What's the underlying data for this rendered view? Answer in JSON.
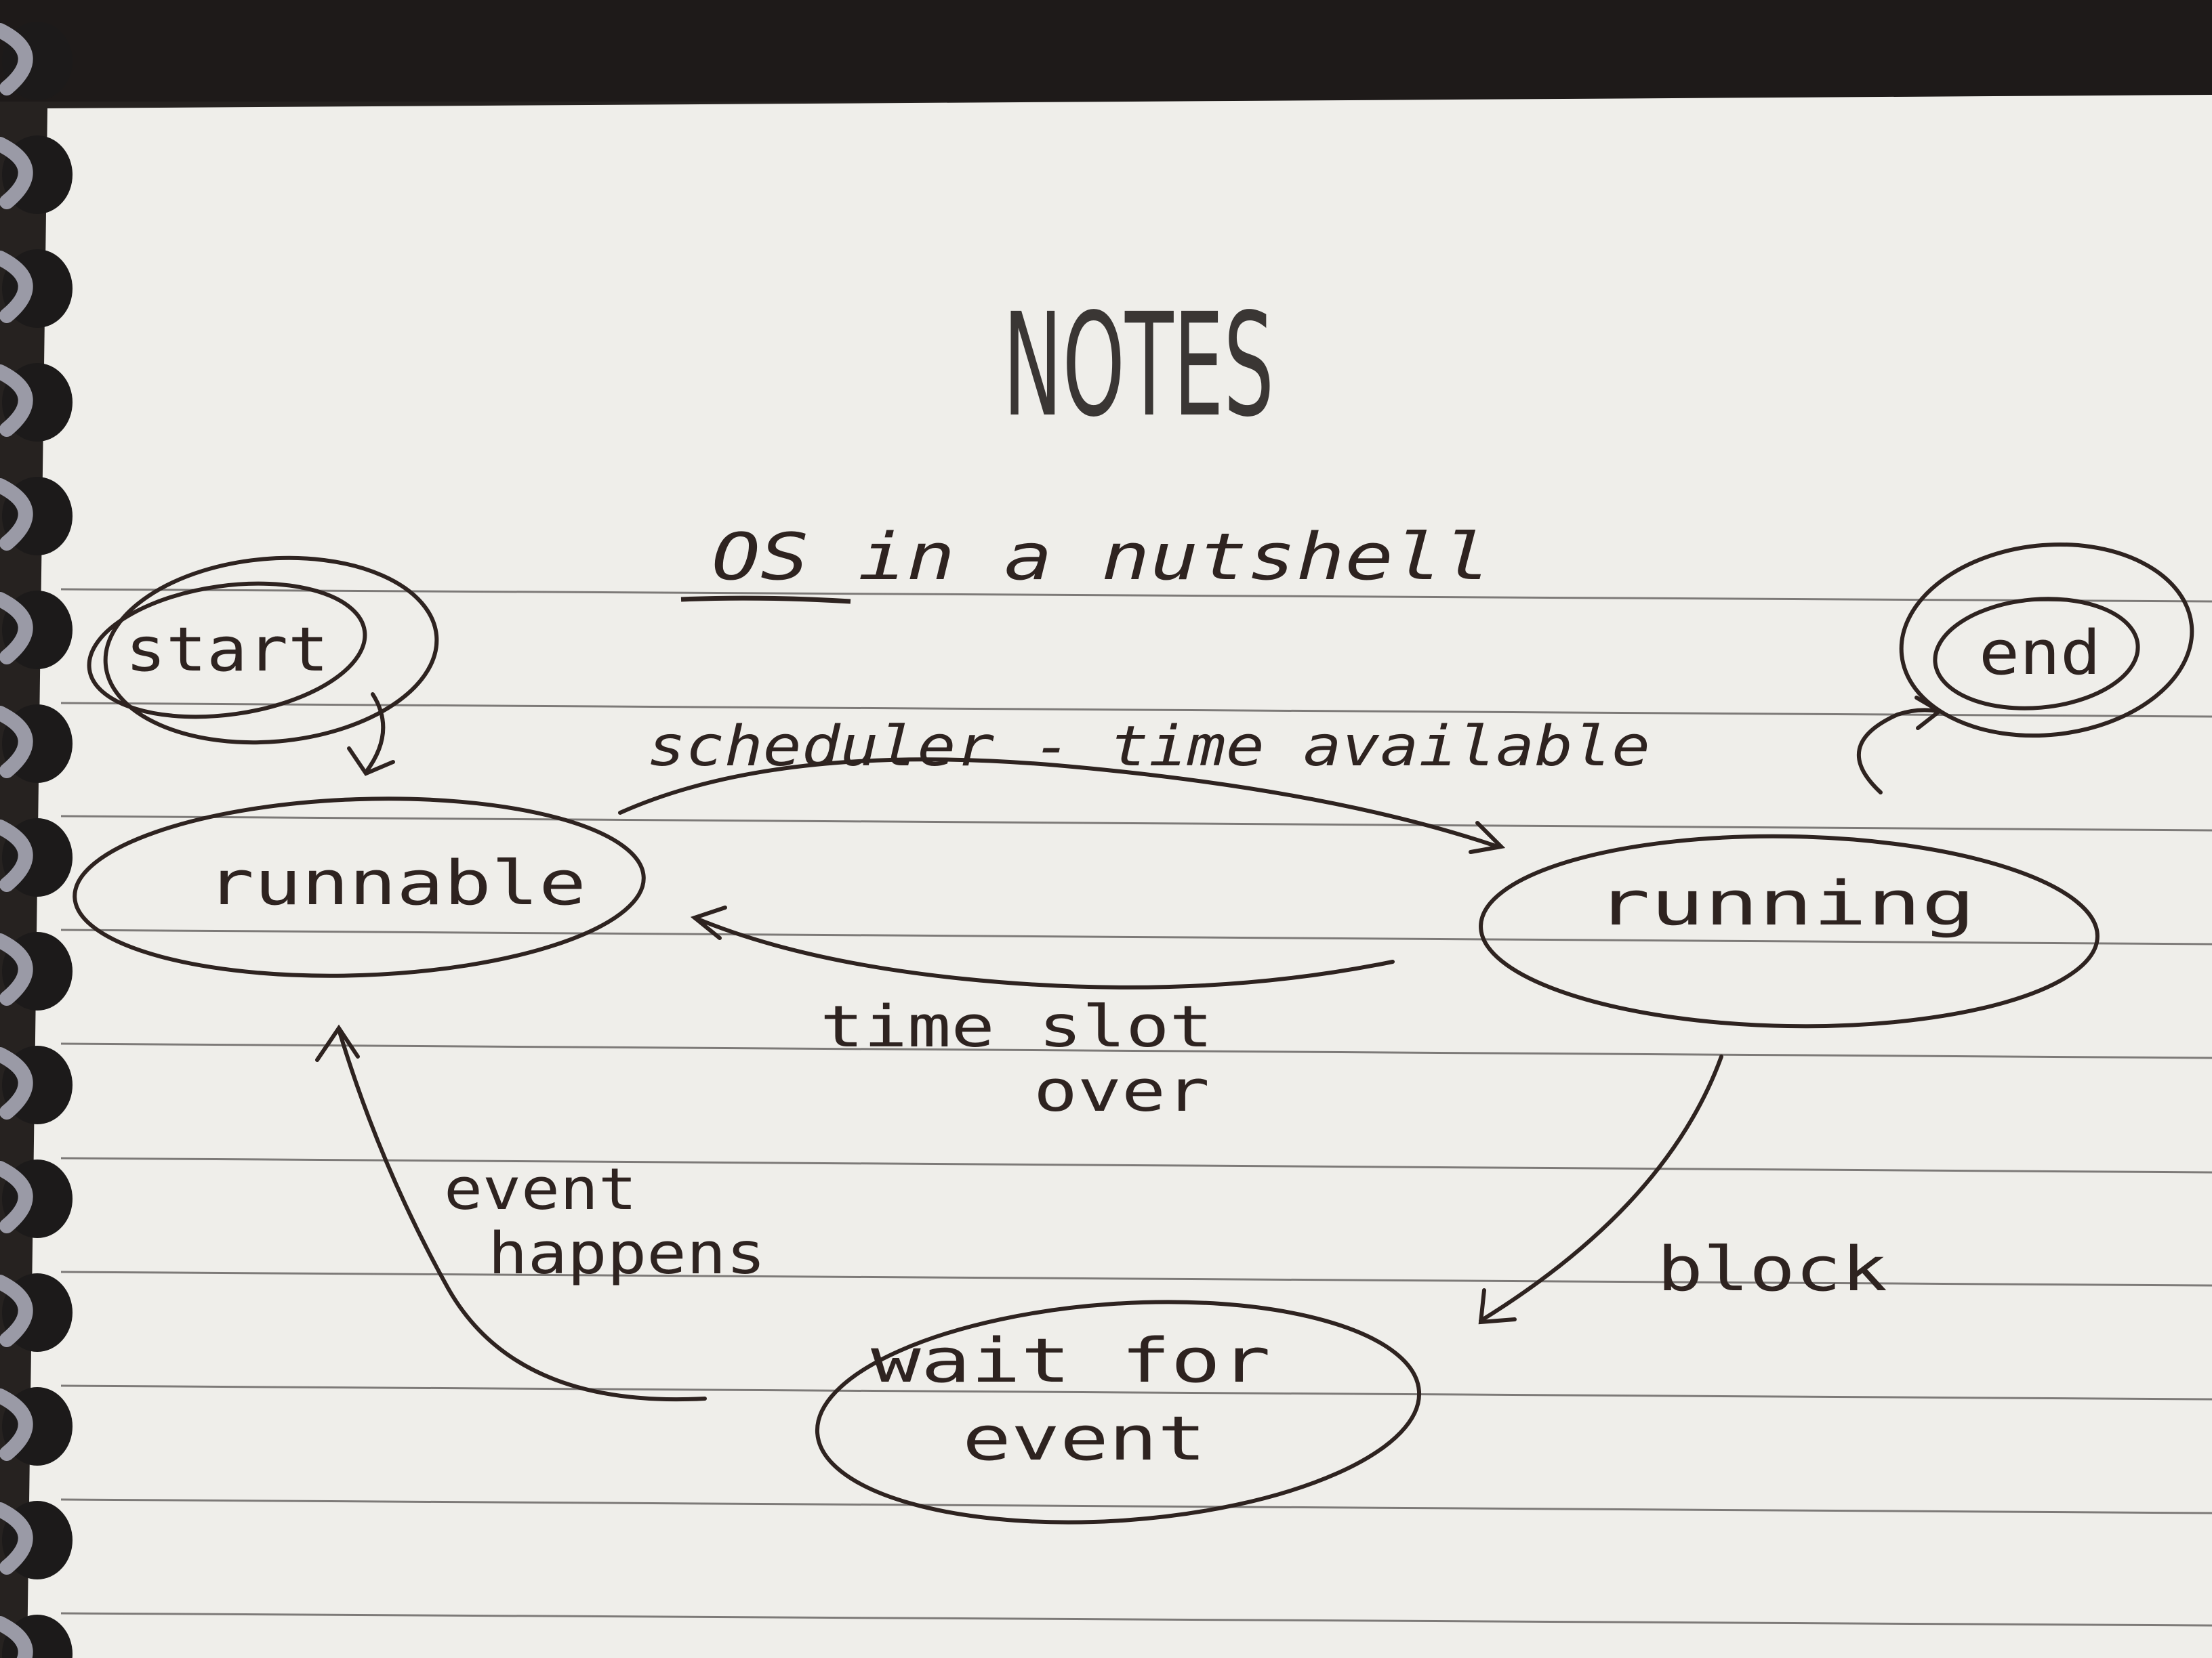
{
  "page": {
    "heading": "NOTES",
    "title": "OS in a nutshell"
  },
  "diagram": {
    "states": [
      {
        "id": "start",
        "label": "start"
      },
      {
        "id": "runnable",
        "label": "runnable"
      },
      {
        "id": "running",
        "label": "running"
      },
      {
        "id": "end",
        "label": "end"
      },
      {
        "id": "wait",
        "label_line1": "wait for",
        "label_line2": "event"
      }
    ],
    "transitions": [
      {
        "from": "start",
        "to": "runnable",
        "label": ""
      },
      {
        "from": "runnable",
        "to": "running",
        "label": "scheduler - time available"
      },
      {
        "from": "running",
        "to": "runnable",
        "label_line1": "time slot",
        "label_line2": "over"
      },
      {
        "from": "running",
        "to": "end",
        "label": ""
      },
      {
        "from": "running",
        "to": "wait",
        "label": "block"
      },
      {
        "from": "wait",
        "to": "runnable",
        "label_line1": "event",
        "label_line2": "happens"
      }
    ]
  },
  "colors": {
    "ink": "#2e2320",
    "paper": "#efeeea",
    "ruled_line": "#7d7a78",
    "heading": "#3a3634",
    "spiral": "#8f8f99",
    "background": "#2a2624"
  }
}
